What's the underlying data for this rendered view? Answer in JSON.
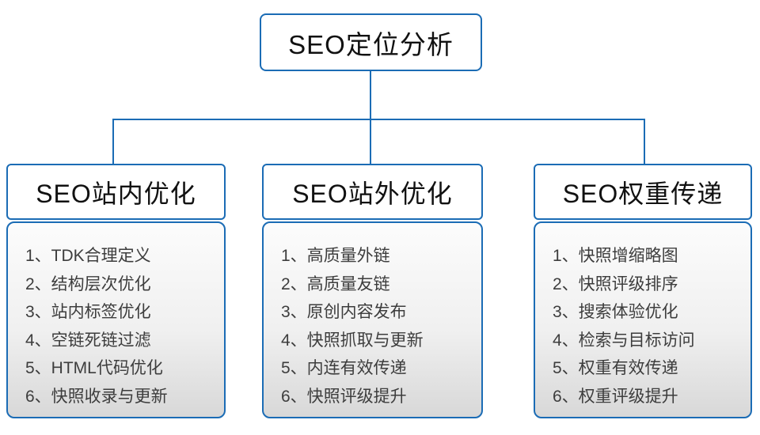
{
  "colors": {
    "accent": "#1b6cb5",
    "item_text": "#3d3d3d",
    "panel_top": "#fcfcfc",
    "panel_bottom": "#d8d8d8"
  },
  "root": {
    "title": "SEO定位分析"
  },
  "columns": [
    {
      "title": "SEO站内优化",
      "items": [
        "1、TDK合理定义",
        "2、结构层次优化",
        "3、站内标签优化",
        "4、空链死链过滤",
        "5、HTML代码优化",
        "6、快照收录与更新"
      ]
    },
    {
      "title": "SEO站外优化",
      "items": [
        "1、高质量外链",
        "2、高质量友链",
        "3、原创内容发布",
        "4、快照抓取与更新",
        "5、内连有效传递",
        "6、快照评级提升"
      ]
    },
    {
      "title": "SEO权重传递",
      "items": [
        "1、快照增缩略图",
        "2、快照评级排序",
        "3、搜索体验优化",
        "4、检索与目标访问",
        "5、权重有效传递",
        "6、权重评级提升"
      ]
    }
  ]
}
